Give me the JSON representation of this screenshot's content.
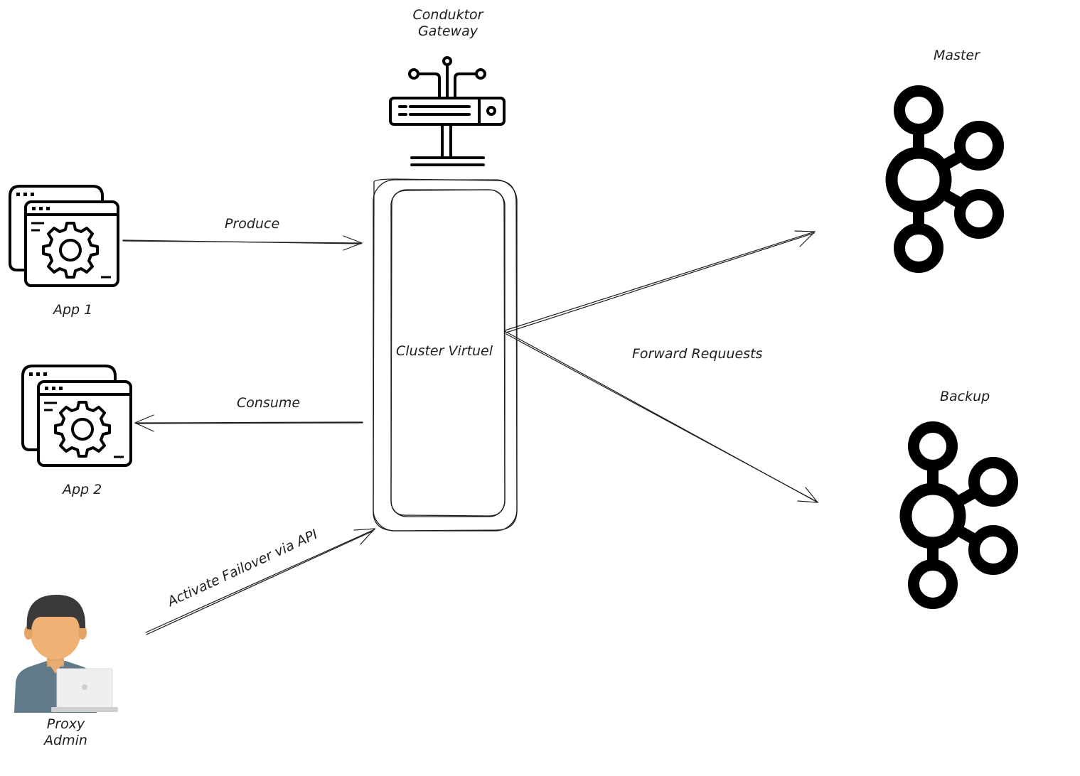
{
  "gateway": {
    "title_line1": "Conduktor",
    "title_line2": "Gateway",
    "icon": "router-icon"
  },
  "virtual_cluster": {
    "label": "Cluster Virtuel"
  },
  "apps": [
    {
      "label": "App 1",
      "icon": "app-settings-icon"
    },
    {
      "label": "App 2",
      "icon": "app-settings-icon"
    }
  ],
  "clusters": [
    {
      "label": "Master",
      "icon": "kafka-icon"
    },
    {
      "label": "Backup",
      "icon": "kafka-icon"
    }
  ],
  "admin": {
    "label_line1": "Proxy",
    "label_line2": "Admin",
    "icon": "user-laptop-icon"
  },
  "edges": {
    "produce": "Produce",
    "consume": "Consume",
    "forward": "Forward Requuests",
    "failover": "Activate Failover via API"
  }
}
